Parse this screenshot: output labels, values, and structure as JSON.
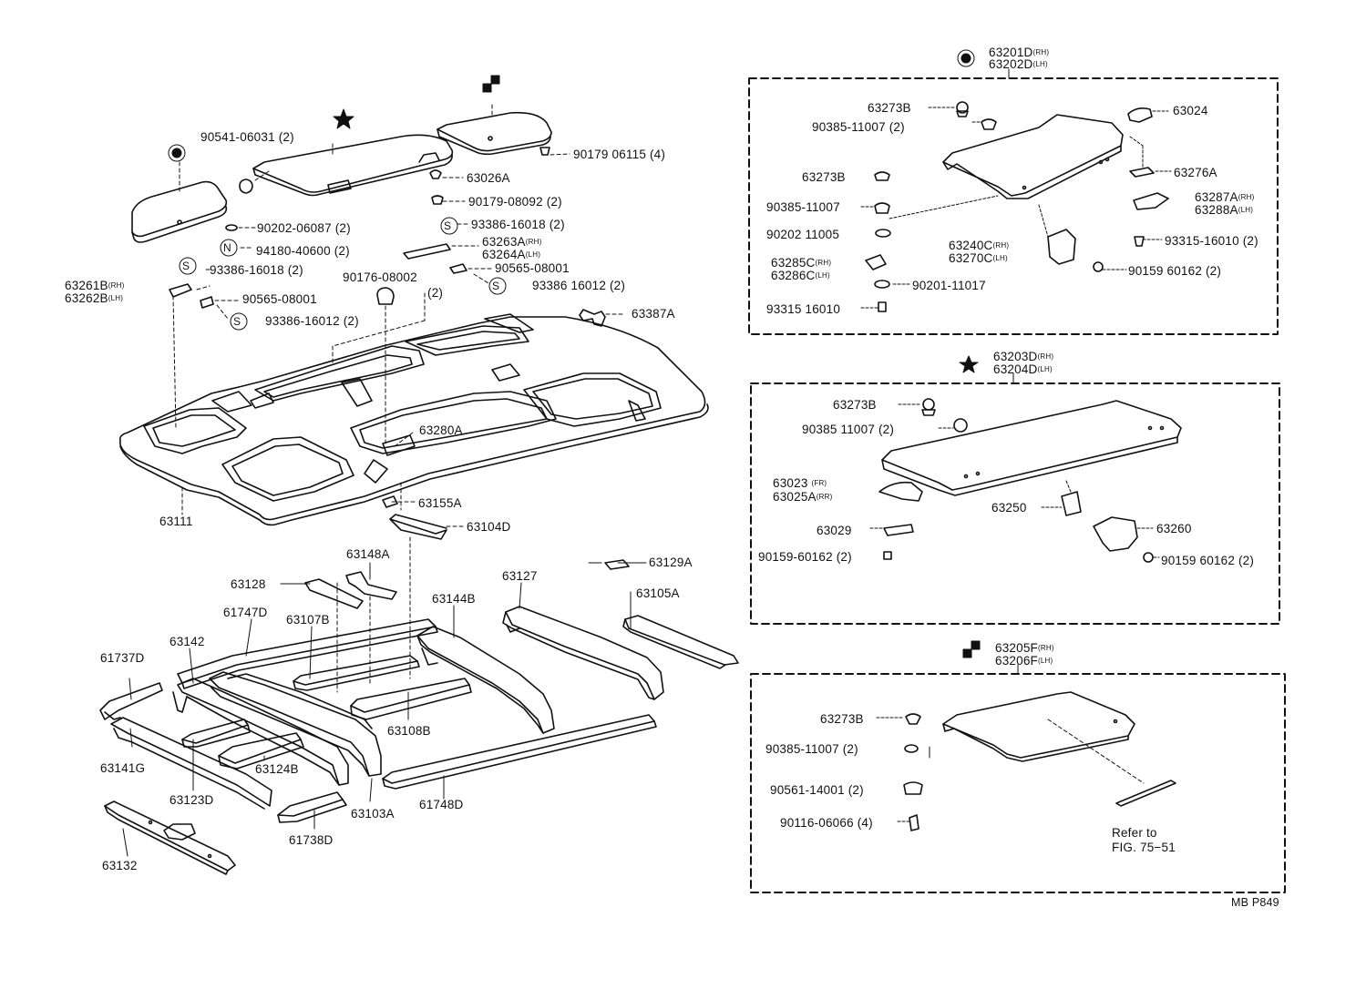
{
  "diagram": {
    "code": "MB P849",
    "main_labels": {
      "p90541": "90541-06031 (2)",
      "p90179a": "90179 06115 (4)",
      "p63026": "63026A",
      "p90179b": "90179-08092 (2)",
      "p90202": "90202-06087 (2)",
      "p93386a": "93386-16018 (2)",
      "p94180": "94180-40600 (2)",
      "p93386b": "93386-16018 (2)",
      "p63263": "63263A",
      "p63264": "63264A",
      "p63261": "63261B",
      "p63262": "63262B",
      "p90565a": "90565-08001",
      "p90176": "90176-08002",
      "p90565b": "90565-08001",
      "p93386c": "93386 16012 (2)",
      "p93386d": "93386-16012 (2)",
      "p2": "(2)",
      "p63387": "63387A",
      "p63280": "63280A",
      "p63111": "63111",
      "p63155": "63155A",
      "p63104": "63104D",
      "p63148": "63148A",
      "p63129": "63129A",
      "p63128": "63128",
      "p63127": "63127",
      "p63105": "63105A",
      "p61747": "61747D",
      "p63144": "63144B",
      "p63107": "63107B",
      "p63142": "63142",
      "p61737": "61737D",
      "p63108": "63108B",
      "p63141": "63141G",
      "p63124": "63124B",
      "p63123": "63123D",
      "p63103": "63103A",
      "p61748": "61748D",
      "p61738": "61738D",
      "p63132": "63132"
    },
    "box1": {
      "head1": "63201D",
      "head2": "63202D",
      "p63273a": "63273B",
      "p90385a": "90385-11007 (2)",
      "p63024": "63024",
      "p63273b": "63273B",
      "p63276": "63276A",
      "p63287": "63287A",
      "p63288": "63288A",
      "p90385b": "90385-11007",
      "p90202": "90202 11005",
      "p63240": "63240C",
      "p63270": "63270C",
      "p93315a": "93315-16010 (2)",
      "p63285": "63285C",
      "p63286": "63286C",
      "p90159": "90159 60162 (2)",
      "p90201": "90201-11017",
      "p93315b": "93315 16010"
    },
    "box2": {
      "head1": "63203D",
      "head2": "63204D",
      "p63273": "63273B",
      "p90385": "90385 11007 (2)",
      "p63023": "63023",
      "p63025": "63025A",
      "p63250": "63250",
      "p63029": "63029",
      "p63260": "63260",
      "p90159a": "90159-60162 (2)",
      "p90159b": "90159 60162 (2)"
    },
    "box3": {
      "head1": "63205F",
      "head2": "63206F",
      "p63273": "63273B",
      "p90385": "90385-11007 (2)",
      "p90561": "90561-14001 (2)",
      "p90116": "90116-06066 (4)",
      "ref1": "Refer to",
      "ref2": "FIG. 75−51"
    },
    "tags": {
      "rh": "(RH)",
      "lh": "(LH)",
      "fr": "(FR)",
      "rr": "(RR)",
      "s": "S",
      "n": "N"
    }
  }
}
